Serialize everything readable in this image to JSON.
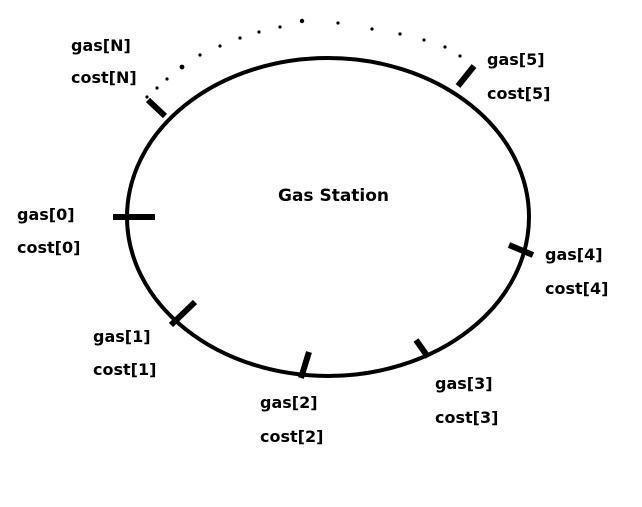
{
  "diagram": {
    "title": "Gas Station",
    "colors": {
      "stroke": "#000000",
      "background": "#ffffff"
    },
    "stations": [
      {
        "id": "station-n",
        "gas": "gas[N]",
        "cost": "cost[N]"
      },
      {
        "id": "station-5",
        "gas": "gas[5]",
        "cost": "cost[5]"
      },
      {
        "id": "station-0",
        "gas": "gas[0]",
        "cost": "cost[0]"
      },
      {
        "id": "station-4",
        "gas": "gas[4]",
        "cost": "cost[4]"
      },
      {
        "id": "station-1",
        "gas": "gas[1]",
        "cost": "cost[1]"
      },
      {
        "id": "station-2",
        "gas": "gas[2]",
        "cost": "cost[2]"
      },
      {
        "id": "station-3",
        "gas": "gas[3]",
        "cost": "cost[3]"
      }
    ]
  }
}
